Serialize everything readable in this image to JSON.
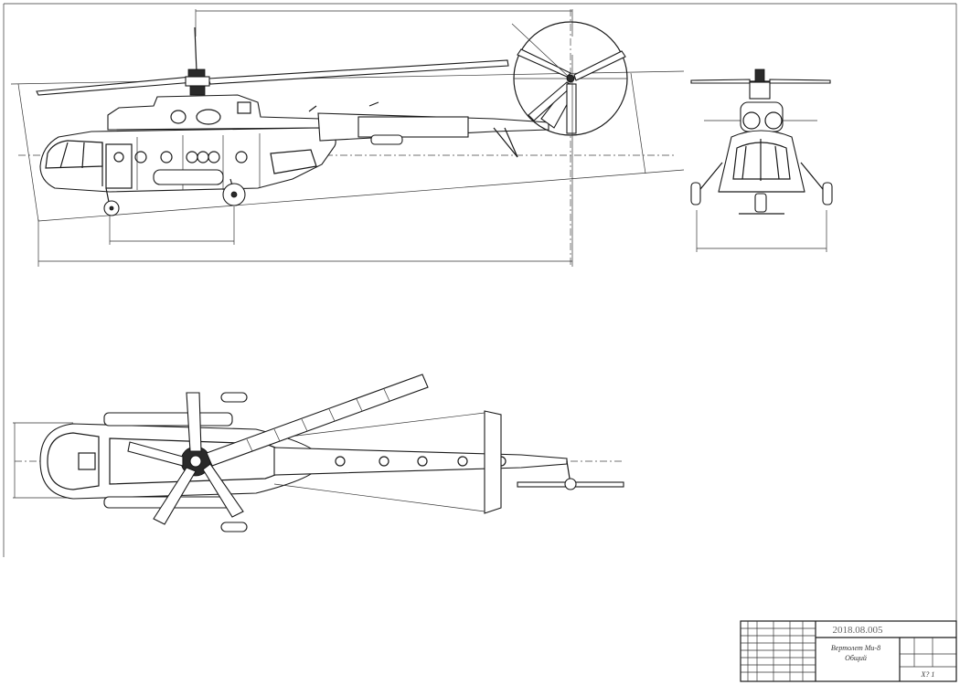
{
  "title_block": {
    "document_code": "2018.08.005",
    "name_line_1": "Вертолет Ми-8",
    "name_line_2": "Общий",
    "sheet": "Х? 1"
  }
}
